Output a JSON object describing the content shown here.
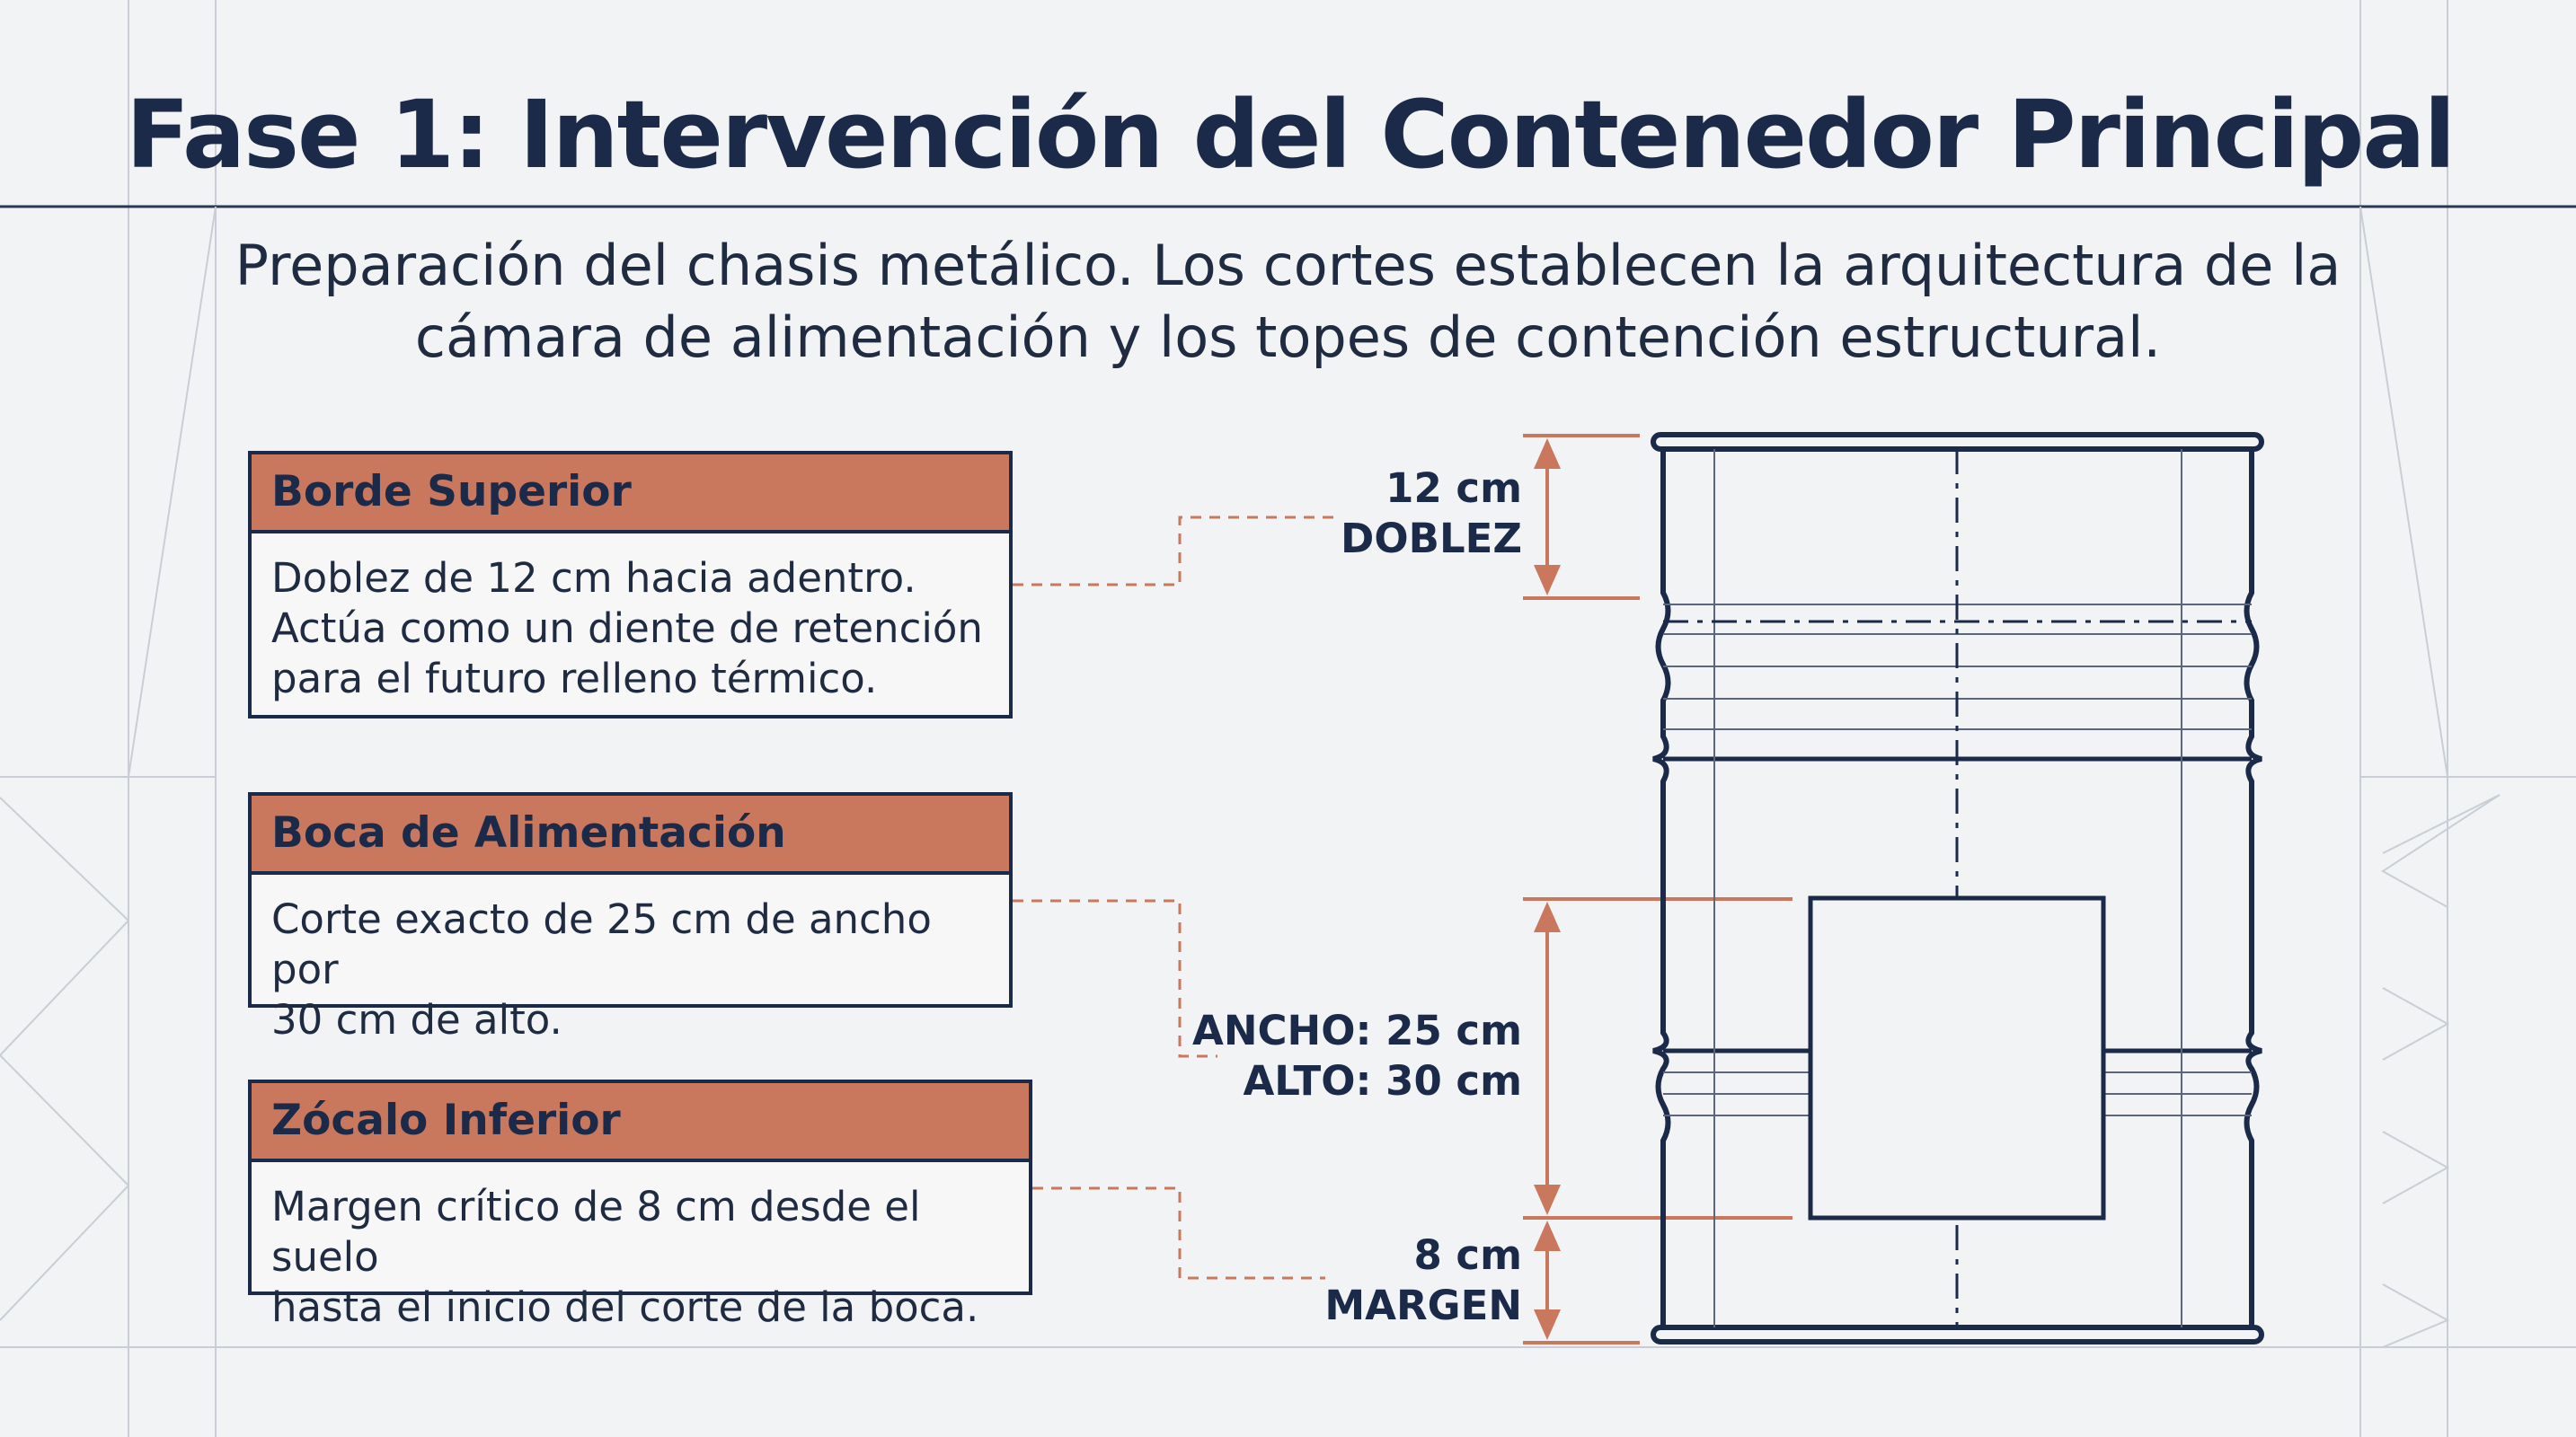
{
  "title": "Fase 1: Intervención del Contenedor Principal",
  "subtitle": {
    "line1": "Preparación del chasis metálico. Los cortes establecen la arquitectura de la",
    "line2": "cámara de alimentación y los topes de contención estructural."
  },
  "cards": [
    {
      "heading": "Borde Superior",
      "lines": [
        "Doblez de 12 cm hacia adentro.",
        "Actúa como un diente de retención",
        "para el futuro relleno térmico."
      ]
    },
    {
      "heading": "Boca de Alimentación",
      "lines": [
        "Corte exacto de 25 cm de ancho por",
        "30 cm de alto."
      ]
    },
    {
      "heading": "Zócalo Inferior",
      "lines": [
        "Margen crítico de 8 cm desde el suelo",
        "hasta el inicio del corte de la boca."
      ]
    }
  ],
  "dimensions": {
    "fold": {
      "value": "12 cm",
      "label": "DOBLEZ"
    },
    "opening": {
      "width": "ANCHO: 25 cm",
      "height": "ALTO: 30 cm"
    },
    "margin": {
      "value": "8 cm",
      "label": "MARGEN"
    }
  },
  "colors": {
    "navy": "#1b2a48",
    "accent": "#c9785d",
    "background": "#f2f3f4"
  }
}
